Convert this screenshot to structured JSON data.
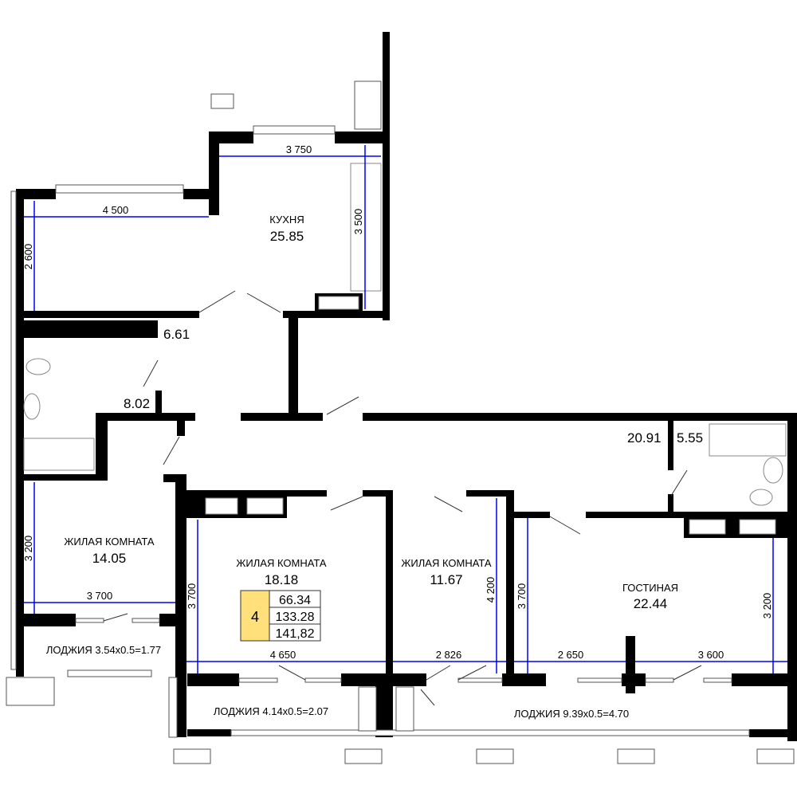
{
  "rooms": {
    "kitchen": {
      "name": "КУХНЯ",
      "area": "25.85"
    },
    "wc": {
      "area": "6.61"
    },
    "bath_left": {
      "area": "8.02"
    },
    "living1": {
      "name": "ЖИЛАЯ КОМНАТА",
      "area": "14.05"
    },
    "living2": {
      "name": "ЖИЛАЯ КОМНАТА",
      "area": "18.18"
    },
    "living3": {
      "name": "ЖИЛАЯ КОМНАТА",
      "area": "11.67"
    },
    "guest": {
      "name": "ГОСТИНАЯ",
      "area": "22.44"
    },
    "hall": {
      "area": "20.91"
    },
    "bath_right": {
      "area": "5.55"
    }
  },
  "loggias": [
    "ЛОДЖИЯ 3.54x0.5=1.77",
    "ЛОДЖИЯ 4.14x0.5=2.07",
    "ЛОДЖИЯ 9.39x0.5=4.70"
  ],
  "dimensions": {
    "kitchen_w": "3 750",
    "kitchen_h": "3 500",
    "top_left_w": "4 500",
    "top_left_h": "2 600",
    "l1_h": "3 200",
    "l1_w": "3 700",
    "l2_h": "3 700",
    "l2_w": "4 650",
    "l3_h": "4 200",
    "l3_w": "2 826",
    "g_h1": "3 700",
    "g_w1": "2 650",
    "g_w2": "3 600",
    "g_h2": "3 200"
  },
  "summary": {
    "rooms_count": "4",
    "living_area": "66.34",
    "total_area": "133.28",
    "total_with_loggia": "141,82"
  },
  "colors": {
    "walls": "#000000",
    "dimension": "#0000ff",
    "badge": "#ffe07a"
  }
}
